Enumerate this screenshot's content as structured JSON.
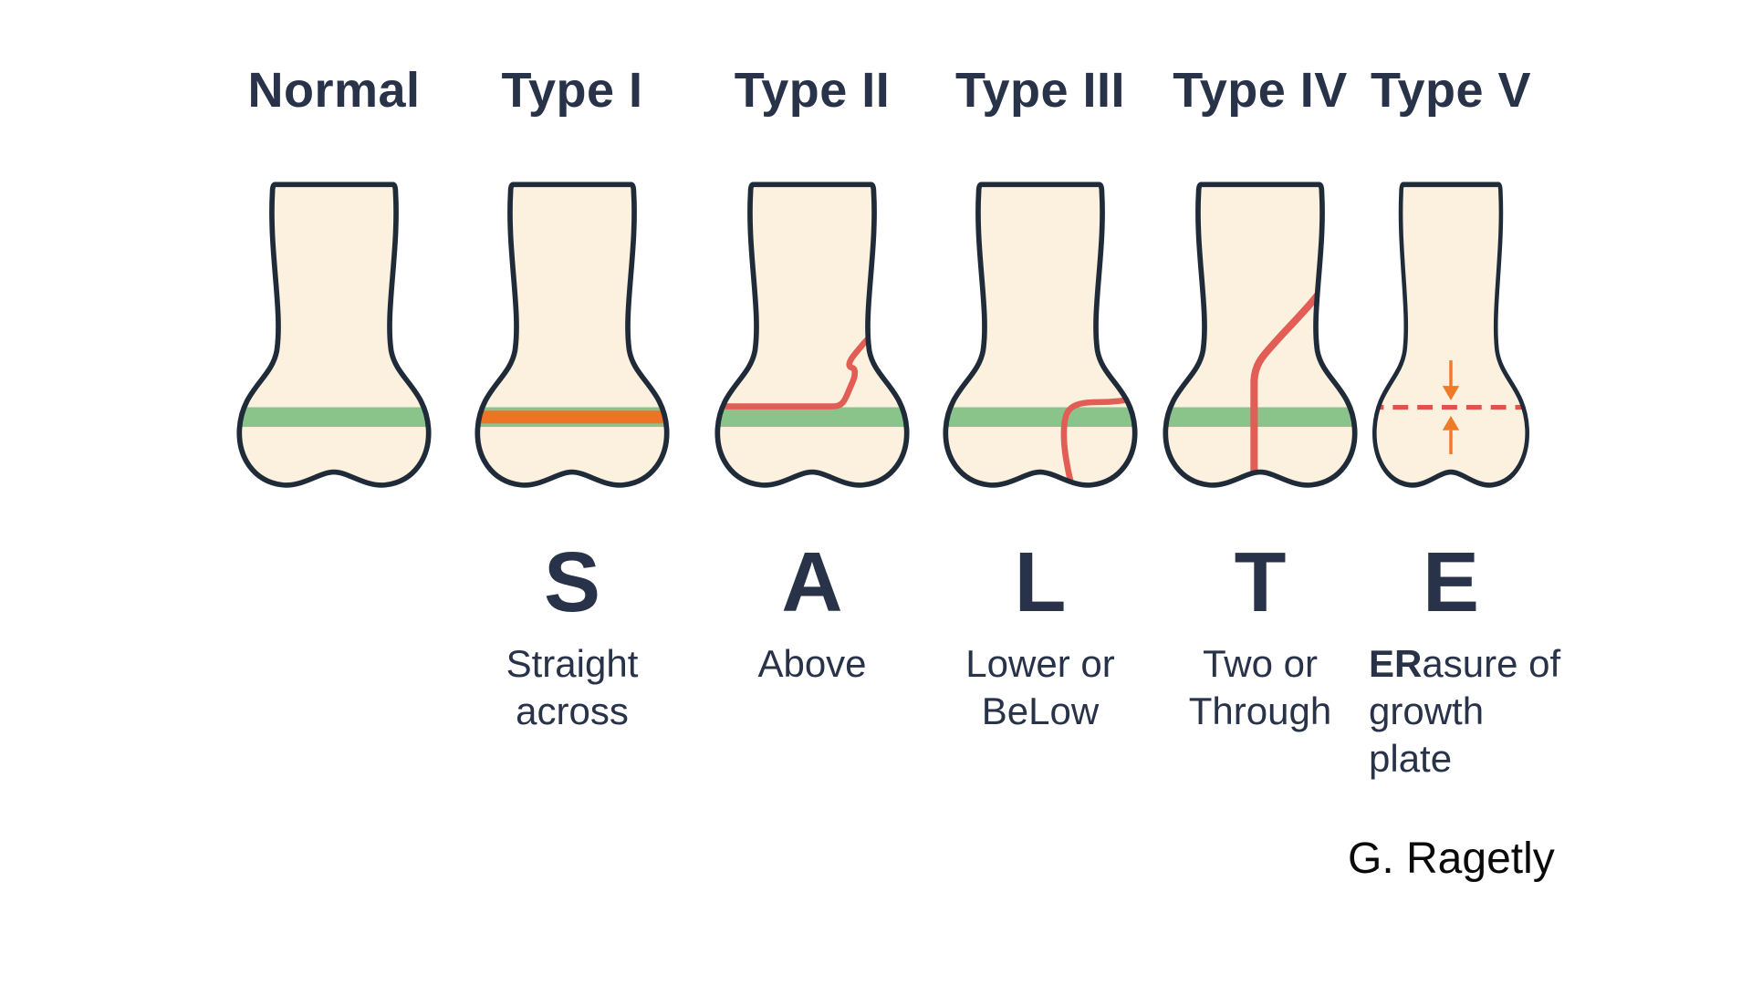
{
  "diagram": {
    "attribution": "G. Ragetly",
    "columns": [
      {
        "title": "Normal",
        "letter": "",
        "desc_line1": "",
        "desc_line2": ""
      },
      {
        "title": "Type I",
        "letter": "S",
        "desc_line1": "Straight",
        "desc_line2": "across"
      },
      {
        "title": "Type II",
        "letter": "A",
        "desc_line1": "Above",
        "desc_line2": ""
      },
      {
        "title": "Type III",
        "letter": "L",
        "desc_line1": "Lower or",
        "desc_line2": "BeLow"
      },
      {
        "title": "Type IV",
        "letter": "T",
        "desc_line1": "Two or",
        "desc_line2": "Through"
      },
      {
        "title": "Type V",
        "letter": "E",
        "desc_bold_prefix": "ER",
        "desc_line1_rest": "asure of",
        "desc_line2": "growth",
        "desc_line3": "plate"
      }
    ],
    "colors": {
      "bone_fill": "#fcf0de",
      "bone_outline": "#202b3a",
      "plate_green": "#8ac48b",
      "fracture_red": "#e25d55",
      "fracture_orange": "#ec7424",
      "dash_red": "#e2544b",
      "arrow_orange": "#ef7b28",
      "label_navy": "#283349",
      "attribution_black": "#0a0a0a"
    }
  }
}
